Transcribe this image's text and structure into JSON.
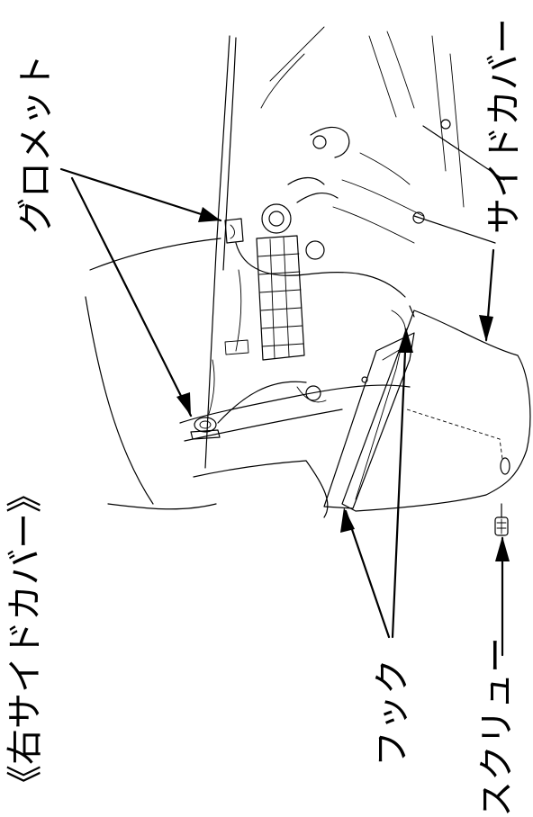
{
  "labels": {
    "grommet": "グロメット",
    "side_cover": "サイドカバー",
    "right_side_cover_section": "《右サイドカバー》",
    "hook": "フック",
    "screw": "スクリュー"
  }
}
